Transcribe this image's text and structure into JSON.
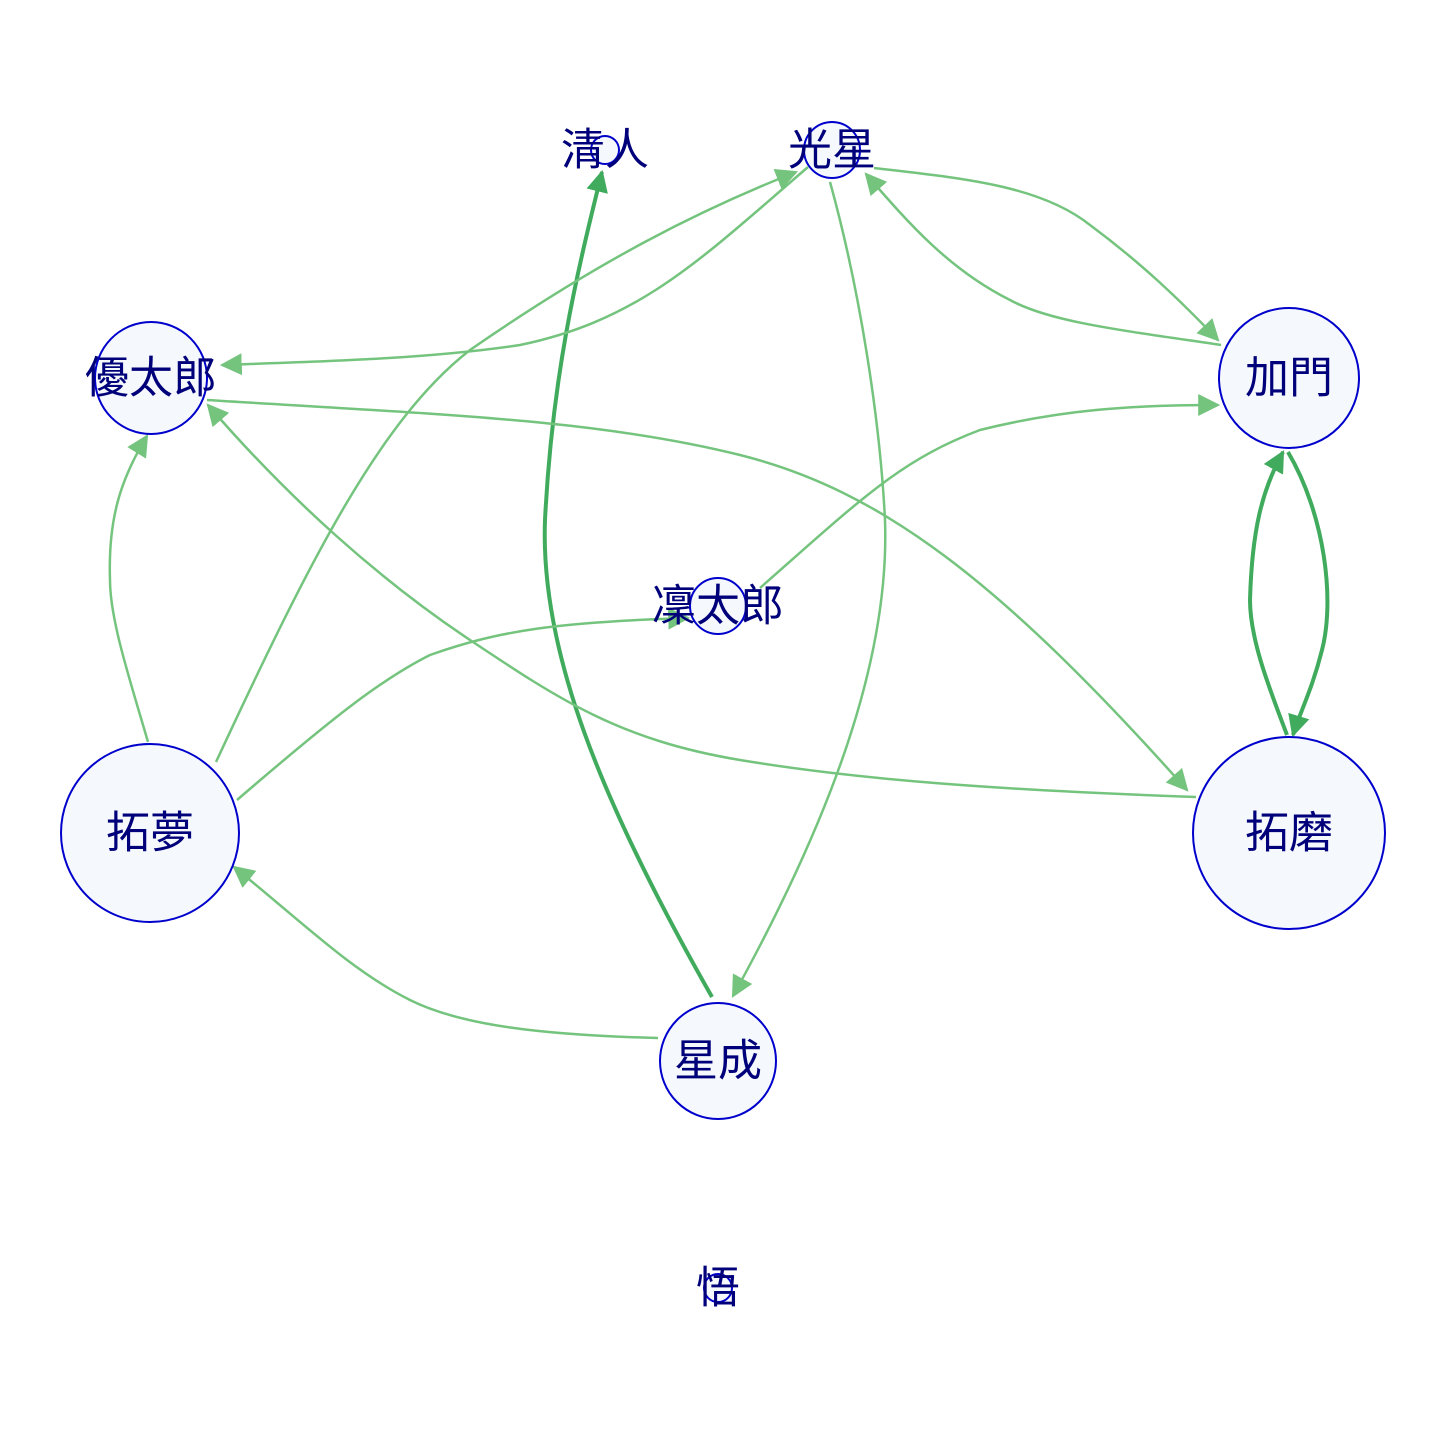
{
  "colors": {
    "edge_light": "#74c47e",
    "edge_dark": "#41ab5d",
    "node_fill": "#f5f8fd",
    "node_stroke": "#0000cc",
    "label": "#00007a"
  },
  "nodes": [
    {
      "id": "seisei",
      "label": "清人"
    },
    {
      "id": "kosei",
      "label": "光星"
    },
    {
      "id": "yutaro",
      "label": "優太郎"
    },
    {
      "id": "kamon",
      "label": "加門"
    },
    {
      "id": "rintaro",
      "label": "凜太郎"
    },
    {
      "id": "takumu",
      "label": "拓夢"
    },
    {
      "id": "takuma",
      "label": "拓磨"
    },
    {
      "id": "seinari",
      "label": "星成"
    },
    {
      "id": "satoru",
      "label": "悟"
    }
  ],
  "edges": [
    {
      "from": "seinari",
      "to": "seisei",
      "weight": 2
    },
    {
      "from": "kamon",
      "to": "takuma",
      "weight": 2
    },
    {
      "from": "takuma",
      "to": "kamon",
      "weight": 2
    },
    {
      "from": "kosei",
      "to": "yutaro",
      "weight": 1
    },
    {
      "from": "kosei",
      "to": "kamon",
      "weight": 1
    },
    {
      "from": "kamon",
      "to": "kosei",
      "weight": 1
    },
    {
      "from": "kosei",
      "to": "seinari",
      "weight": 1
    },
    {
      "from": "takumu",
      "to": "kosei",
      "weight": 1
    },
    {
      "from": "takumu",
      "to": "yutaro",
      "weight": 1
    },
    {
      "from": "yutaro",
      "to": "takuma",
      "weight": 1
    },
    {
      "from": "takuma",
      "to": "yutaro",
      "weight": 1
    },
    {
      "from": "rintaro",
      "to": "kamon",
      "weight": 1
    },
    {
      "from": "takumu",
      "to": "rintaro",
      "weight": 1
    },
    {
      "from": "seinari",
      "to": "takumu",
      "weight": 1
    }
  ]
}
